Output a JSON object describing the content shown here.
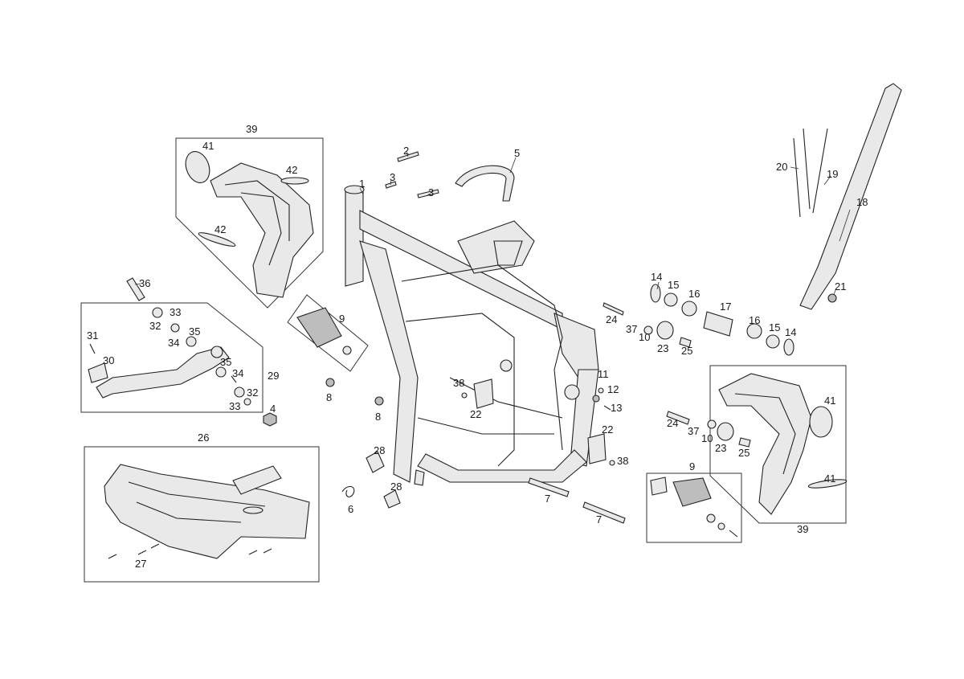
{
  "callouts": {
    "c1": "1",
    "c2": "2",
    "c3a": "3",
    "c3b": "3",
    "c4": "4",
    "c5": "5",
    "c6": "6",
    "c7a": "7",
    "c7b": "7",
    "c8a": "8",
    "c8b": "8",
    "c9a": "9",
    "c9b": "9",
    "c10a": "10",
    "c10b": "10",
    "c11": "11",
    "c12": "12",
    "c13": "13",
    "c14a": "14",
    "c14b": "14",
    "c15a": "15",
    "c15b": "15",
    "c16a": "16",
    "c16b": "16",
    "c17": "17",
    "c18": "18",
    "c19": "19",
    "c20": "20",
    "c21": "21",
    "c22a": "22",
    "c22b": "22",
    "c23a": "23",
    "c23b": "23",
    "c24a": "24",
    "c24b": "24",
    "c25a": "25",
    "c25b": "25",
    "c26": "26",
    "c27": "27",
    "c28a": "28",
    "c28b": "28",
    "c29": "29",
    "c30": "30",
    "c31": "31",
    "c32a": "32",
    "c32b": "32",
    "c33a": "33",
    "c33b": "33",
    "c34a": "34",
    "c34b": "34",
    "c35a": "35",
    "c35b": "35",
    "c36": "36",
    "c37a": "37",
    "c37b": "37",
    "c38a": "38",
    "c38b": "38",
    "c39a": "39",
    "c39b": "39",
    "c41a": "41",
    "c41b": "41",
    "c41c": "41",
    "c42a": "42",
    "c42b": "42"
  }
}
